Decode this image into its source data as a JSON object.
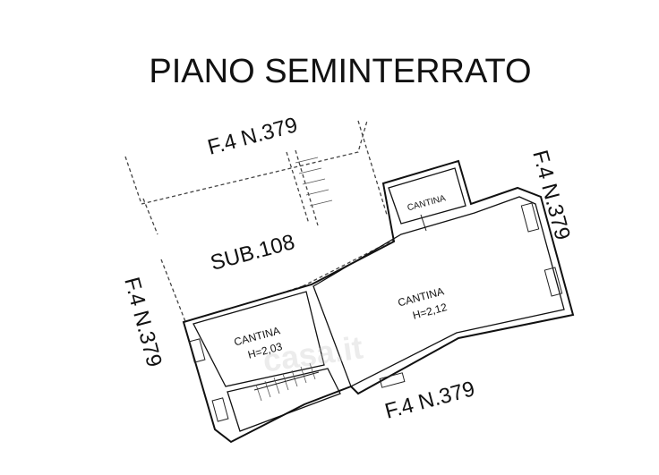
{
  "title": "PIANO SEMINTERRATO",
  "labels": {
    "parcel_top": "F.4 N.379",
    "parcel_right": "F.4 N.379",
    "parcel_left": "F.4 N.379",
    "parcel_bottom": "F.4 N.379",
    "sub": "SUB.108",
    "cantina_small": "CANTINA",
    "cantina_large": "CANTINA",
    "cantina_large_h": "H=2,12",
    "cantina_left": "CANTINA",
    "cantina_left_h": "H=2,03",
    "watermark": "casa.it"
  },
  "colors": {
    "line": "#111111",
    "background": "#ffffff"
  }
}
